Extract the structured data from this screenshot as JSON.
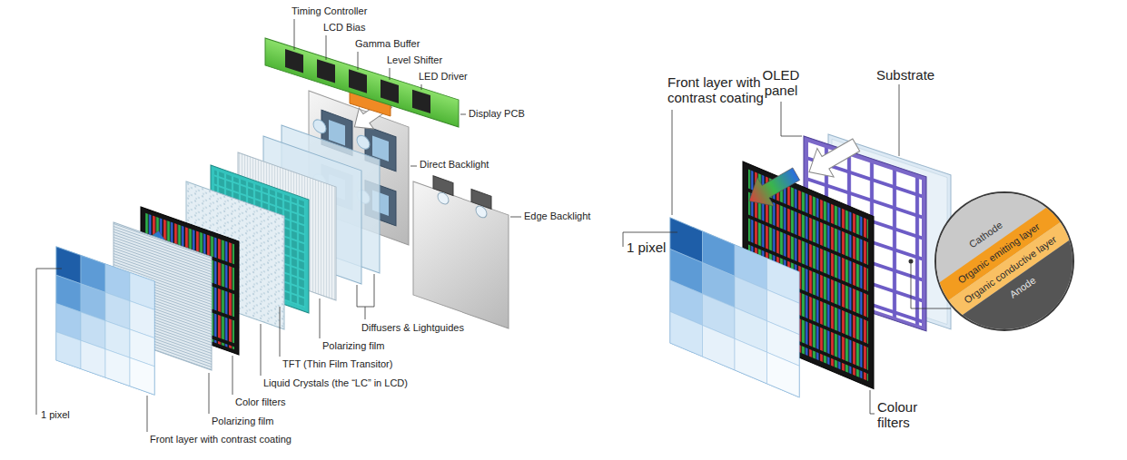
{
  "diagram": {
    "nodes": [
      {
        "text": [
          "Cathode"
        ]
      },
      {
        "text": [
          "Organic emitting layer"
        ]
      },
      {
        "text": [
          "Organic conductive layer"
        ]
      },
      {
        "text": [
          "Anode"
        ]
      }
    ],
    "labels": [
      "Timing Controller",
      "LCD Bias",
      "Gamma Buffer",
      "Level Shifter",
      "LED Driver",
      "Display PCB",
      "Direct Backlight",
      "Edge Backlight",
      "1 pixel",
      "Diffusers & Lightguides",
      "Polarizing film",
      "TFT (Thin Film Transitor)",
      "Liquid Crystals (the “LC” in LCD)",
      "Color filters",
      "Polarizing film",
      "Front layer with contrast coating",
      "OLED panel",
      "Substrate",
      "Front layer with contrast coating",
      "1 pixel",
      "Colour filters"
    ]
  }
}
